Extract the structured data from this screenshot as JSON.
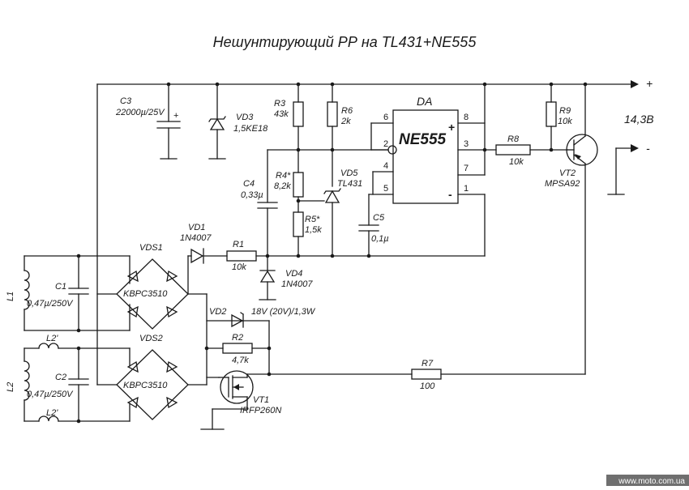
{
  "title": "Нешунтирующий РР на TL431+NE555",
  "output": {
    "plus": "+",
    "minus": "-",
    "voltage": "14,3В"
  },
  "chip": {
    "name": "DA",
    "label": "NE555",
    "plus": "+",
    "minus": "-",
    "pins": {
      "p6": "6",
      "p2": "2",
      "p4": "4",
      "p5": "5",
      "p8": "8",
      "p3": "3",
      "p7": "7",
      "p1": "1"
    }
  },
  "components": {
    "c3": {
      "ref": "C3",
      "value": "22000µ/25V"
    },
    "vd3": {
      "ref": "VD3",
      "value": "1,5KE18"
    },
    "r3": {
      "ref": "R3",
      "value": "43k"
    },
    "r6": {
      "ref": "R6",
      "value": "2k"
    },
    "r9": {
      "ref": "R9",
      "value": "10k"
    },
    "r8": {
      "ref": "R8",
      "value": "10k"
    },
    "vt2": {
      "ref": "VT2",
      "value": "MPSA92"
    },
    "c4": {
      "ref": "C4",
      "value": "0,33µ"
    },
    "r4": {
      "ref": "R4*",
      "value": "8,2k"
    },
    "vd5": {
      "ref": "VD5",
      "value": "TL431"
    },
    "r5": {
      "ref": "R5*",
      "value": "1,5k"
    },
    "c5": {
      "ref": "C5",
      "value": "0,1µ"
    },
    "vd1": {
      "ref": "VD1",
      "value": "1N4007"
    },
    "r1": {
      "ref": "R1",
      "value": "10k"
    },
    "vd4": {
      "ref": "VD4",
      "value": "1N4007"
    },
    "vds1": {
      "ref": "VDS1",
      "value": "KBPC3510"
    },
    "vds2": {
      "ref": "VDS2",
      "value": "KBPC3510"
    },
    "l1": {
      "ref": "L1"
    },
    "l2": {
      "ref": "L2"
    },
    "l2a": {
      "ref": "L2'"
    },
    "l2b": {
      "ref": "L2'"
    },
    "c1": {
      "ref": "C1",
      "value": "0,47µ/250V"
    },
    "c2": {
      "ref": "C2",
      "value": "0,47µ/250V"
    },
    "vd2": {
      "ref": "VD2",
      "value": "18V (20V)/1,3W"
    },
    "r2": {
      "ref": "R2",
      "value": "4,7k"
    },
    "r7": {
      "ref": "R7",
      "value": "100"
    },
    "vt1": {
      "ref": "VT1",
      "value": "IRFP260N"
    }
  },
  "footer": "www.moto.com.ua"
}
